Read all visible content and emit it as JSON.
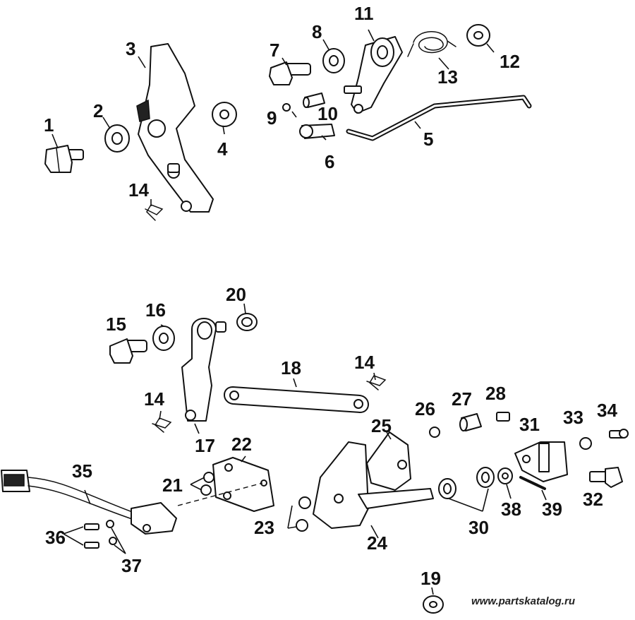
{
  "callouts": [
    {
      "id": "1",
      "text": "1"
    },
    {
      "id": "2",
      "text": "2"
    },
    {
      "id": "3",
      "text": "3"
    },
    {
      "id": "4",
      "text": "4"
    },
    {
      "id": "5",
      "text": "5"
    },
    {
      "id": "6",
      "text": "6"
    },
    {
      "id": "7",
      "text": "7"
    },
    {
      "id": "8",
      "text": "8"
    },
    {
      "id": "9",
      "text": "9"
    },
    {
      "id": "10",
      "text": "10"
    },
    {
      "id": "11",
      "text": "11"
    },
    {
      "id": "12",
      "text": "12"
    },
    {
      "id": "13",
      "text": "13"
    },
    {
      "id": "14a",
      "text": "14"
    },
    {
      "id": "14b",
      "text": "14"
    },
    {
      "id": "14c",
      "text": "14"
    },
    {
      "id": "15",
      "text": "15"
    },
    {
      "id": "16",
      "text": "16"
    },
    {
      "id": "17",
      "text": "17"
    },
    {
      "id": "18",
      "text": "18"
    },
    {
      "id": "19",
      "text": "19"
    },
    {
      "id": "20",
      "text": "20"
    },
    {
      "id": "21",
      "text": "21"
    },
    {
      "id": "22",
      "text": "22"
    },
    {
      "id": "23",
      "text": "23"
    },
    {
      "id": "24",
      "text": "24"
    },
    {
      "id": "25",
      "text": "25"
    },
    {
      "id": "26",
      "text": "26"
    },
    {
      "id": "27",
      "text": "27"
    },
    {
      "id": "28",
      "text": "28"
    },
    {
      "id": "30",
      "text": "30"
    },
    {
      "id": "31",
      "text": "31"
    },
    {
      "id": "32",
      "text": "32"
    },
    {
      "id": "33",
      "text": "33"
    },
    {
      "id": "34",
      "text": "34"
    },
    {
      "id": "35",
      "text": "35"
    },
    {
      "id": "36",
      "text": "36"
    },
    {
      "id": "37",
      "text": "37"
    },
    {
      "id": "38",
      "text": "38"
    },
    {
      "id": "39",
      "text": "39"
    }
  ],
  "watermark": "www.partskatalog.ru"
}
